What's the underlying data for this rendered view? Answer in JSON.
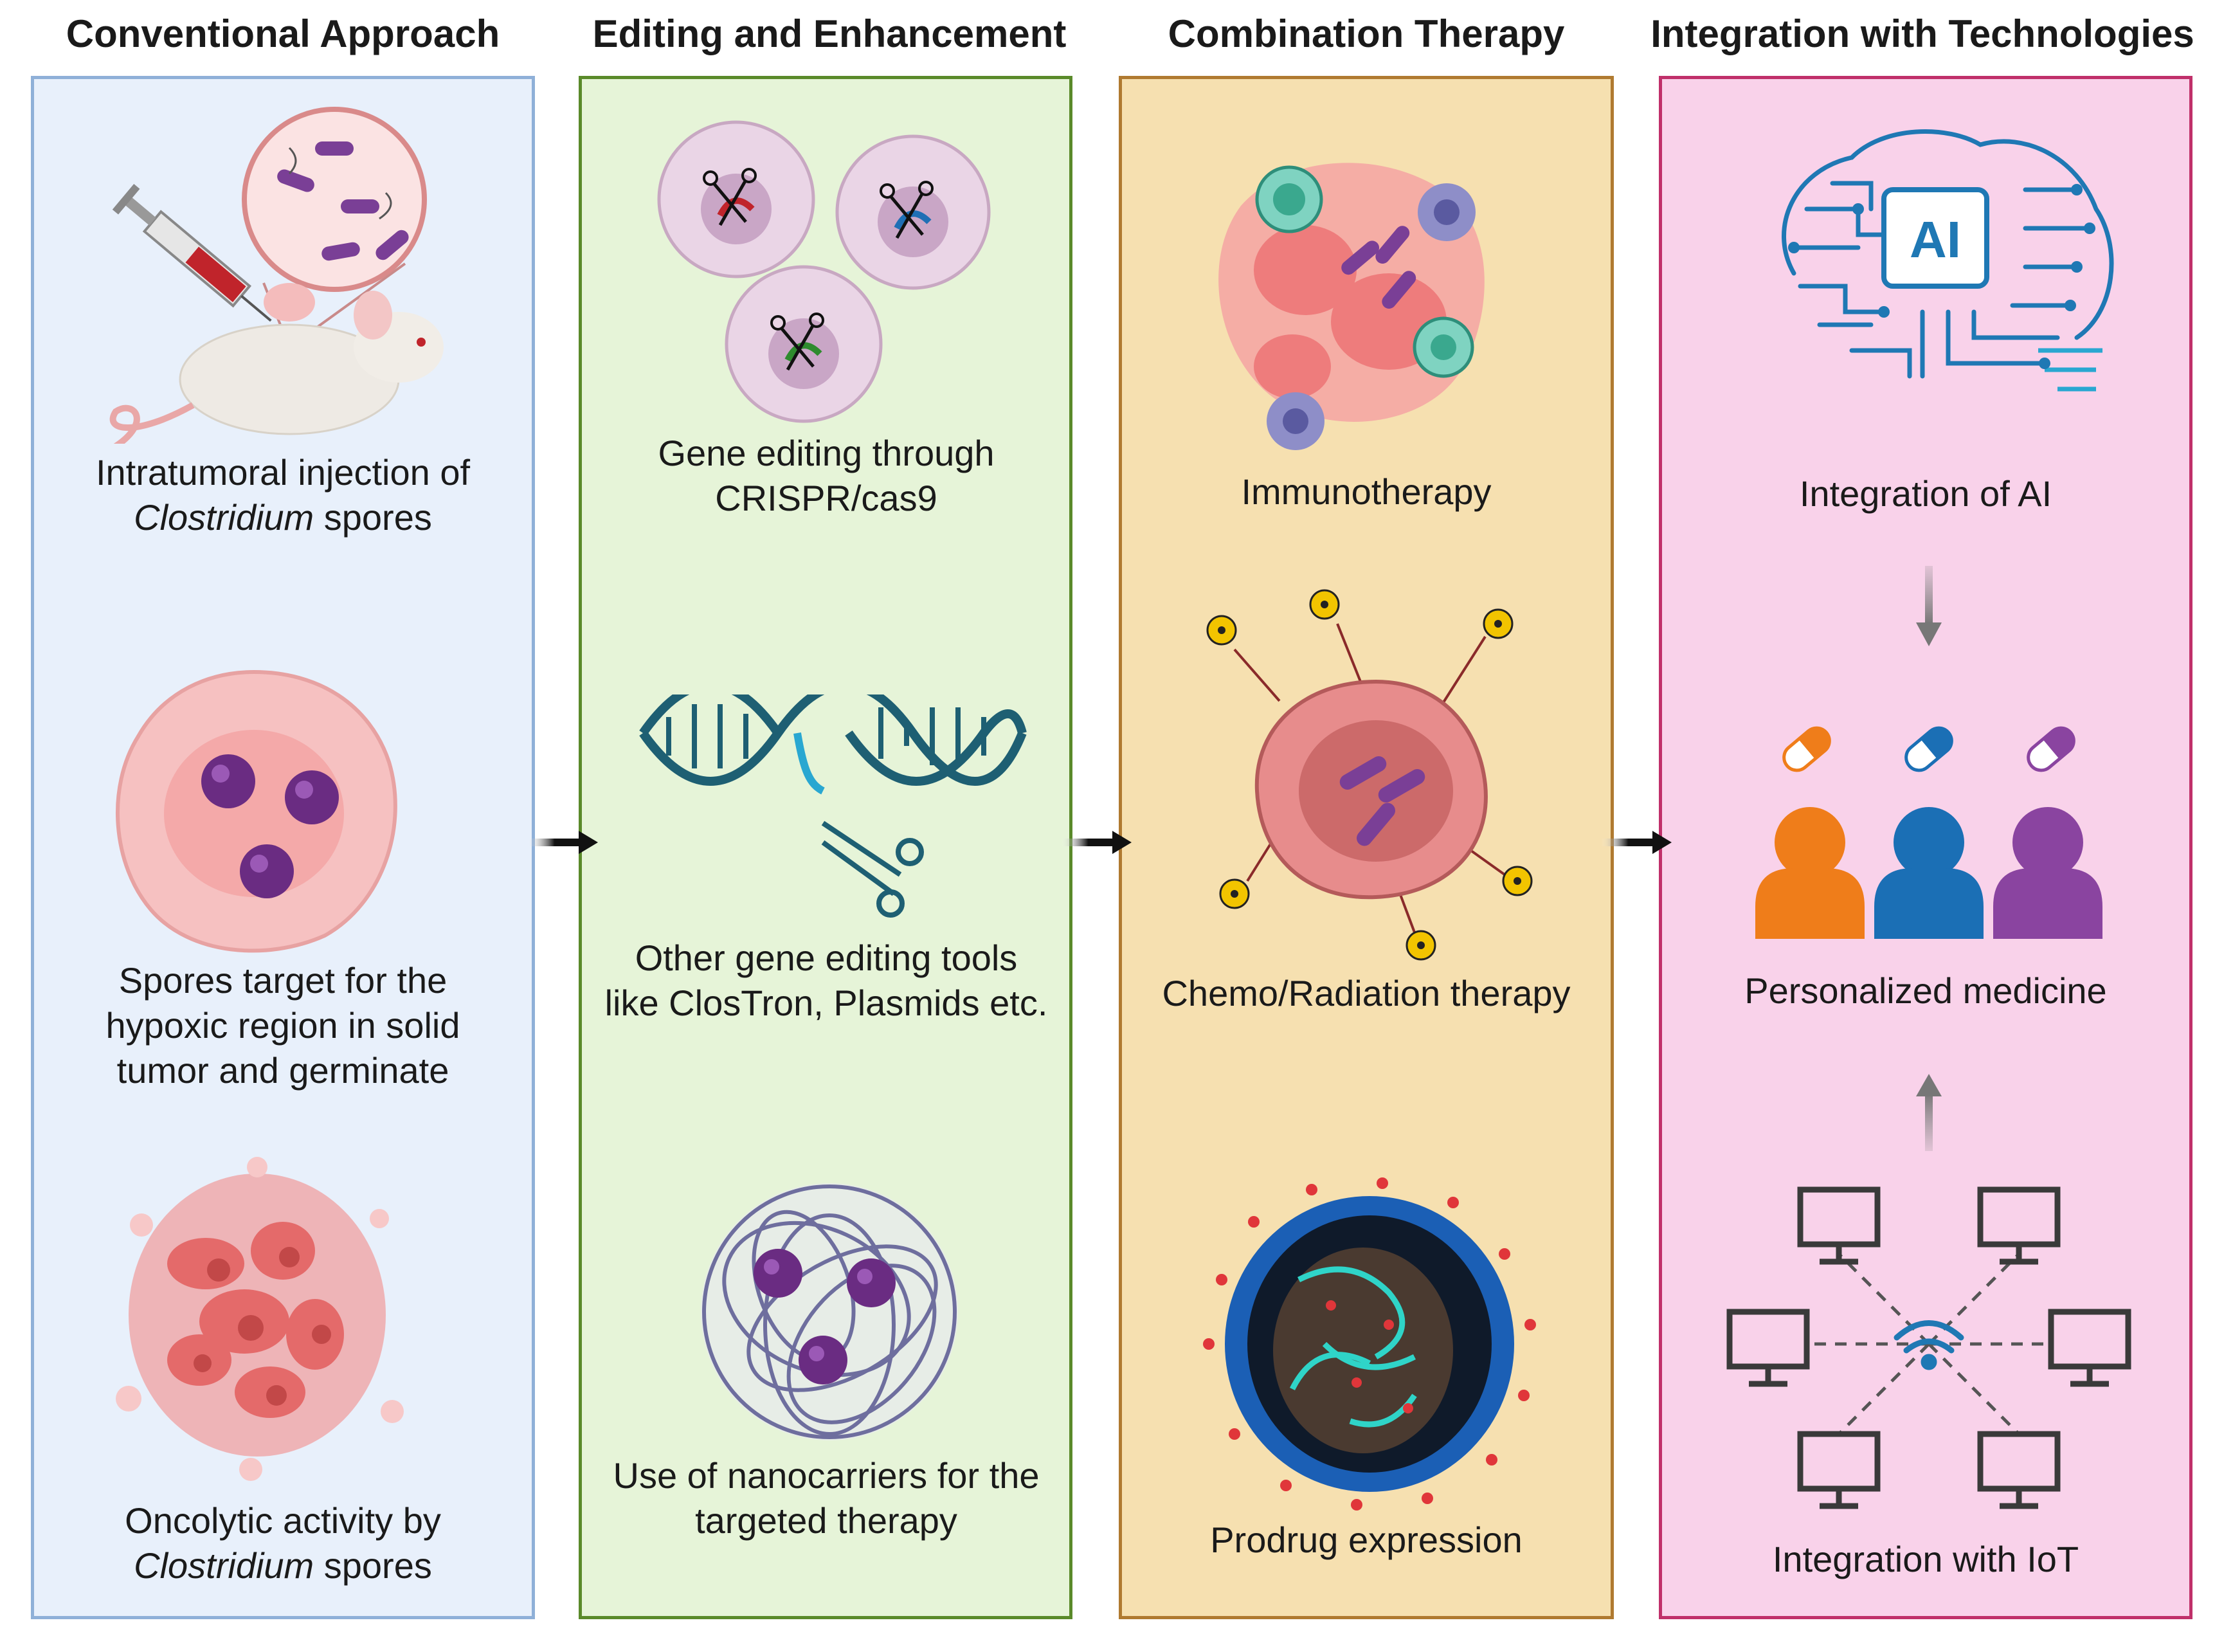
{
  "columns": [
    {
      "title": "Conventional Approach",
      "items": [
        {
          "line1": "Intratumoral injection of",
          "line2_italic": "Clostridium",
          "line2_rest": " spores"
        },
        {
          "line1": "Spores target for the",
          "line2": "hypoxic region in solid",
          "line3": "tumor and germinate"
        },
        {
          "line1": "Oncolytic activity by",
          "line2_italic": "Clostridium",
          "line2_rest": " spores"
        }
      ]
    },
    {
      "title": "Editing and Enhancement",
      "items": [
        {
          "line1": "Gene editing through",
          "line2": "CRISPR/cas9"
        },
        {
          "line1": "Other gene editing tools",
          "line2": "like ClosTron, Plasmids etc."
        },
        {
          "line1": "Use of nanocarriers for the",
          "line2": "targeted therapy"
        }
      ]
    },
    {
      "title": "Combination Therapy",
      "items": [
        {
          "line1": "Immunotherapy"
        },
        {
          "line1": "Chemo/Radiation therapy"
        },
        {
          "line1": "Prodrug expression"
        }
      ]
    },
    {
      "title": "Integration with Technologies",
      "items": [
        {
          "line1": "Integration of AI"
        },
        {
          "line1": "Personalized medicine"
        },
        {
          "line1": "Integration with IoT"
        }
      ],
      "ai_chip_label": "AI"
    }
  ],
  "colors": {
    "panel1_fill": "#e8f0fb",
    "panel1_border": "#8fb0d8",
    "panel2_fill": "#e6f4d8",
    "panel2_border": "#5a8a2a",
    "panel3_fill": "#f6e0b0",
    "panel3_border": "#b07a30",
    "panel4_fill": "#f9d2ea",
    "panel4_border": "#c0306a",
    "person_orange": "#ef7d1a",
    "person_blue": "#1b6fb5",
    "person_purple": "#8a44a0",
    "dna_teal": "#1e5f73",
    "ai_blue": "#1f78b4"
  },
  "icons": [
    "syringe-icon",
    "mouse-icon",
    "bacteria-icon",
    "tumor-cell-icon",
    "spore-icon",
    "crispr-scissors-icon",
    "dna-helix-icon",
    "nanocarrier-icon",
    "immune-cell-icon",
    "radiation-icon",
    "prodrug-cell-icon",
    "ai-brain-icon",
    "pill-icon",
    "person-icon",
    "monitor-icon",
    "wifi-icon"
  ]
}
